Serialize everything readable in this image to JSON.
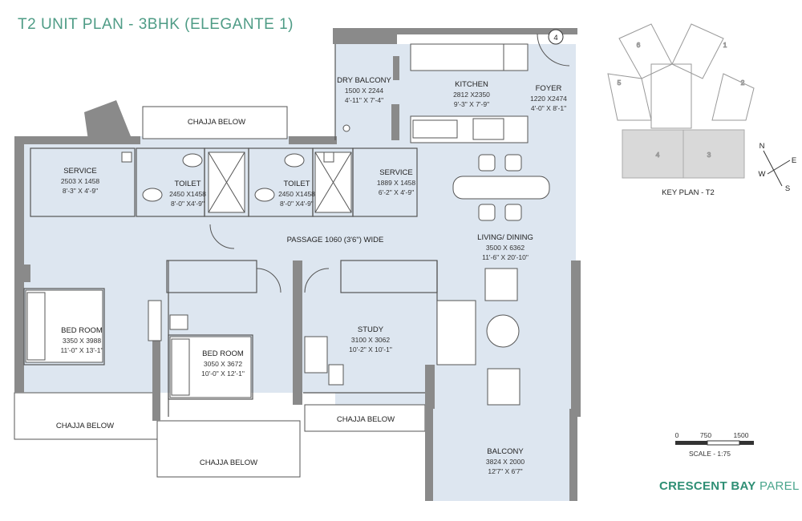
{
  "title": "T2 UNIT PLAN - 3BHK (ELEGANTE 1)",
  "rooms": {
    "dry_balcony": {
      "name": "DRY BALCONY",
      "mm": "1500 X 2244",
      "ft": "4'-11\" X 7'-4\""
    },
    "kitchen": {
      "name": "KITCHEN",
      "mm": "2812 X2350",
      "ft": "9'-3\" X 7'-9\""
    },
    "foyer": {
      "name": "FOYER",
      "mm": "1220 X2474",
      "ft": "4'-0\" X 8'-1\""
    },
    "service1": {
      "name": "SERVICE",
      "mm": "2503 X 1458",
      "ft": "8'-3\" X 4'-9\""
    },
    "toilet1": {
      "name": "TOILET",
      "mm": "2450 X1458",
      "ft": "8'-0\" X4'-9\""
    },
    "toilet2": {
      "name": "TOILET",
      "mm": "2450 X1458",
      "ft": "8'-0\" X4'-9\""
    },
    "service2": {
      "name": "SERVICE",
      "mm": "1889 X 1458",
      "ft": "6'-2\" X 4'-9\""
    },
    "living": {
      "name": "LIVING/ DINING",
      "mm": "3500 X 6362",
      "ft": "11'-6\" X 20'-10\""
    },
    "bed1": {
      "name": "BED ROOM",
      "mm": "3350 X 3988",
      "ft": "11'-0\" X 13'-1\""
    },
    "bed2": {
      "name": "BED ROOM",
      "mm": "3050 X 3672",
      "ft": "10'-0\" X 12'-1\""
    },
    "study": {
      "name": "STUDY",
      "mm": "3100 X 3062",
      "ft": "10'-2\" X 10'-1\""
    },
    "balcony": {
      "name": "BALCONY",
      "mm": "3824 X 2000",
      "ft": "12'7\" X 6'7\""
    }
  },
  "passage": "PASSAGE 1060 (3'6\") WIDE",
  "chajja": "CHAJJA BELOW",
  "entry_number": "4",
  "key_plan": {
    "label": "KEY PLAN  - T2",
    "units": [
      "6",
      "1",
      "5",
      "2",
      "4",
      "3"
    ],
    "compass": {
      "n": "N",
      "e": "E",
      "w": "W",
      "s": "S"
    }
  },
  "scale": {
    "ticks": [
      "0",
      "750",
      "1500"
    ],
    "label": "SCALE - 1:75"
  },
  "brand": {
    "bold": "CRESCENT BAY",
    "thin": "PAREL"
  },
  "colors": {
    "floor": "#dde6f0",
    "wall": "#8a8a8a",
    "outline": "#444444",
    "title": "#4f9c86"
  }
}
